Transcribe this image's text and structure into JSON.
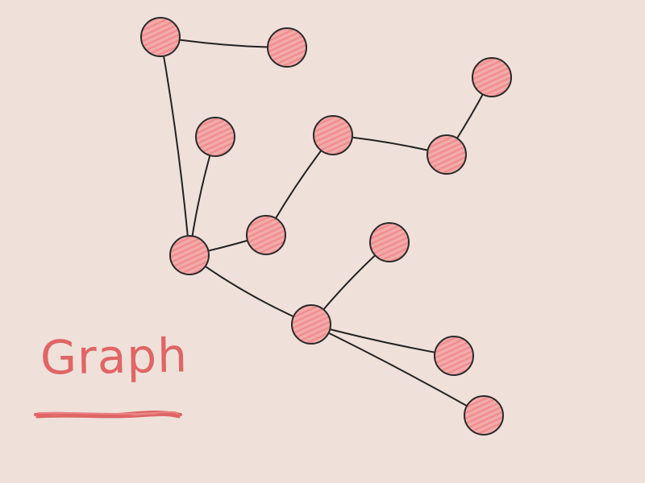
{
  "title": "Graph",
  "colors": {
    "background": "#efe0da",
    "node_fill": "#f4a3a3",
    "node_hatch": "#ef8585",
    "node_stroke": "#2a2a2a",
    "edge": "#222222",
    "title": "#e06565"
  },
  "graph": {
    "nodes": [
      {
        "id": "n1"
      },
      {
        "id": "n2"
      },
      {
        "id": "n3"
      },
      {
        "id": "n4"
      },
      {
        "id": "n5"
      },
      {
        "id": "n6"
      },
      {
        "id": "n7"
      },
      {
        "id": "n8"
      },
      {
        "id": "n9"
      },
      {
        "id": "n10"
      },
      {
        "id": "n11"
      },
      {
        "id": "n12"
      },
      {
        "id": "n13"
      }
    ],
    "edges": [
      {
        "from": "n1",
        "to": "n2"
      },
      {
        "from": "n1",
        "to": "n7"
      },
      {
        "from": "n3",
        "to": "n7"
      },
      {
        "from": "n7",
        "to": "n8"
      },
      {
        "from": "n8",
        "to": "n4"
      },
      {
        "from": "n4",
        "to": "n5"
      },
      {
        "from": "n5",
        "to": "n6"
      },
      {
        "from": "n7",
        "to": "n10"
      },
      {
        "from": "n10",
        "to": "n9"
      },
      {
        "from": "n10",
        "to": "n11"
      },
      {
        "from": "n10",
        "to": "n12"
      }
    ]
  }
}
